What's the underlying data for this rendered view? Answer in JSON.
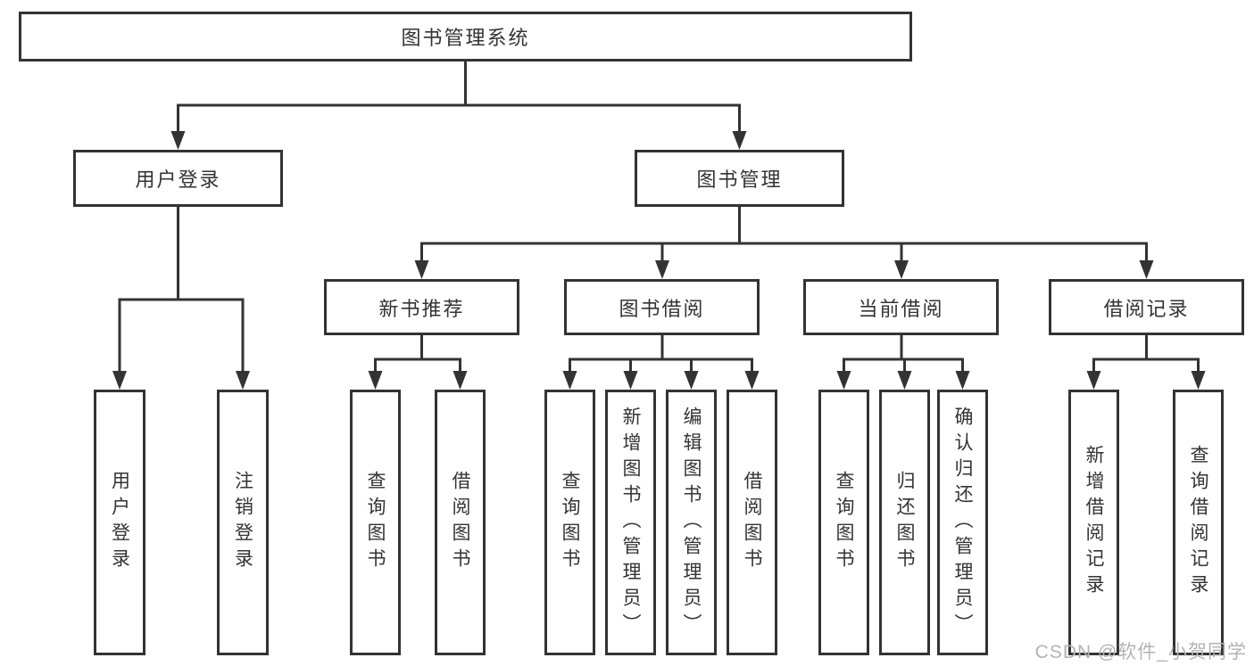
{
  "colors": {
    "line": "#333333",
    "watermark": "#b3b3b3"
  },
  "watermark": "CSDN @软件_小贺同学",
  "tree": {
    "root": {
      "label": "图书管理系统"
    },
    "branches": [
      {
        "label": "用户登录",
        "children": [
          {
            "label": "用户登录"
          },
          {
            "label": "注销登录"
          }
        ]
      },
      {
        "label": "图书管理",
        "groups": [
          {
            "label": "新书推荐",
            "children": [
              {
                "label": "查询图书"
              },
              {
                "label": "借阅图书"
              }
            ]
          },
          {
            "label": "图书借阅",
            "children": [
              {
                "label": "查询图书"
              },
              {
                "label": "新增图书（管理员）"
              },
              {
                "label": "编辑图书（管理员）"
              },
              {
                "label": "借阅图书"
              }
            ]
          },
          {
            "label": "当前借阅",
            "children": [
              {
                "label": "查询图书"
              },
              {
                "label": "归还图书"
              },
              {
                "label": "确认归还（管理员）"
              }
            ]
          },
          {
            "label": "借阅记录",
            "children": [
              {
                "label": "新增借阅记录"
              },
              {
                "label": "查询借阅记录"
              }
            ]
          }
        ]
      }
    ]
  }
}
